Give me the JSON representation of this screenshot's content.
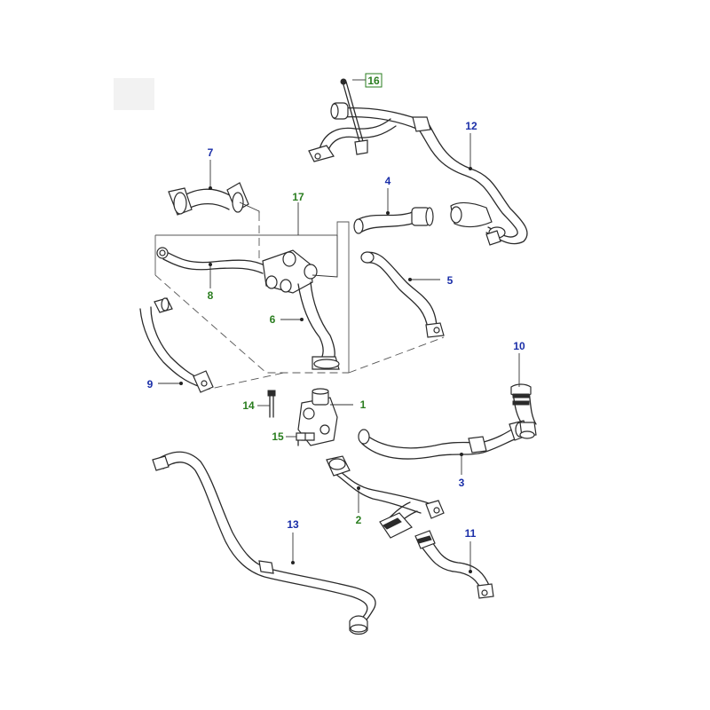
{
  "diagram": {
    "colors": {
      "callout_blue": "#1a2ea8",
      "callout_green": "#2a7d1f",
      "line": "#2b2b2b"
    },
    "callouts": {
      "c1": "1",
      "c2": "2",
      "c3": "3",
      "c4": "4",
      "c5": "5",
      "c6": "6",
      "c7": "7",
      "c8": "8",
      "c9": "9",
      "c10": "10",
      "c11": "11",
      "c12": "12",
      "c13": "13",
      "c14": "14",
      "c15": "15",
      "c16": "16",
      "c17": "17"
    }
  }
}
